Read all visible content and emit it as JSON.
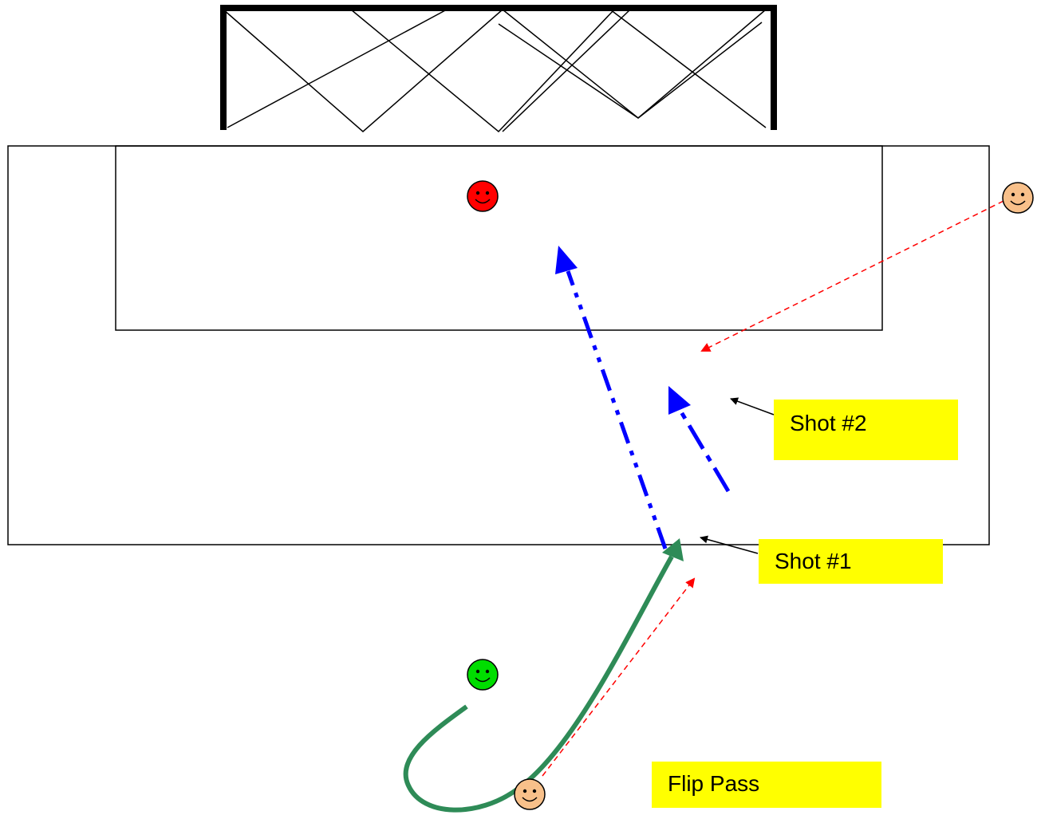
{
  "labels": {
    "shot2": "Shot #2",
    "shot1": "Shot #1",
    "flip_pass": "Flip Pass"
  },
  "players": [
    {
      "role": "goalkeeper",
      "color": "#ff0000"
    },
    {
      "role": "shooter",
      "color": "#00dd00"
    },
    {
      "role": "passer-wing",
      "color": "#f8c08a"
    },
    {
      "role": "passer-bottom",
      "color": "#f8c08a"
    }
  ],
  "colors": {
    "shot_path": "#0000ff",
    "pass_path": "#ff0000",
    "run_path": "#2e8b57",
    "label_fill": "#ffff00",
    "goal_frame": "#000000"
  },
  "icons": [
    "smiley-face-icon",
    "arrow-head-icon"
  ]
}
